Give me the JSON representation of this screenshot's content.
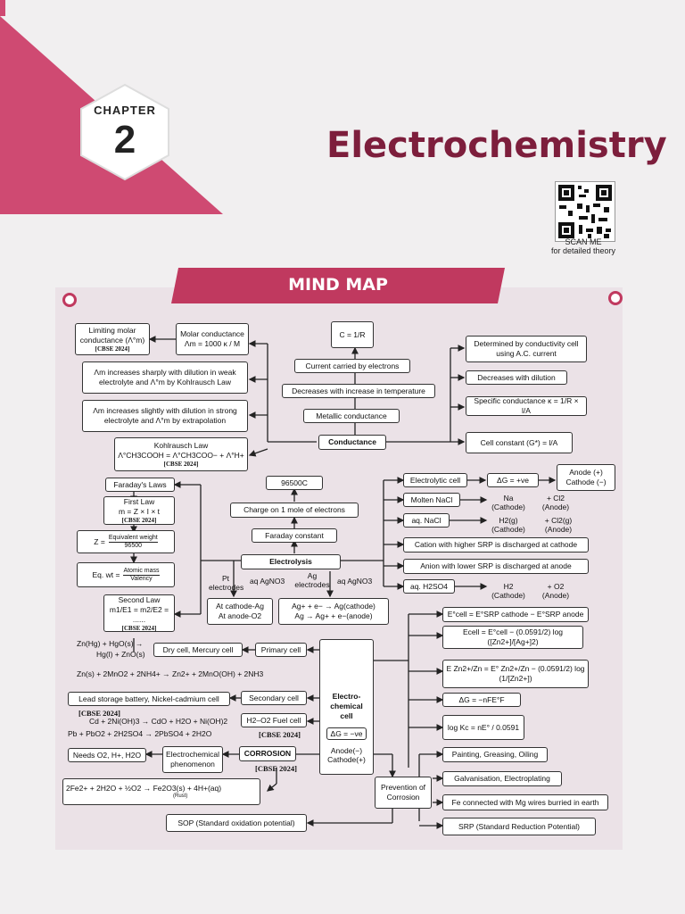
{
  "header": {
    "chapter_label": "CHAPTER",
    "chapter_number": "2",
    "title": "Electrochemistry",
    "qr_caption_1": "SCAN ME",
    "qr_caption_2": "for detailed theory",
    "accent_color": "#c0395f",
    "title_color": "#7d1e3c"
  },
  "mind_map": {
    "heading": "MIND MAP",
    "center": {
      "conductance": "Conductance",
      "electrolysis": "Electrolysis",
      "cell": "Electro-\nchemical\ncell",
      "cell_dg": "ΔG = −ve",
      "cell_anode": "Anode(−)",
      "cell_cathode": "Cathode(+)",
      "corrosion": "CORROSION",
      "corrosion_cbse": "[CBSE 2024]"
    },
    "conductance_branch": {
      "c_formula": "C = 1/R",
      "current_carried": "Current carried by electrons",
      "decreases_temp": "Decreases with increase in temperature",
      "metallic": "Metallic conductance",
      "determined": "Determined by conductivity cell using A.C. current",
      "decreases_dilution": "Decreases with dilution",
      "specific": "Specific conductance κ = 1/R × l/A",
      "cell_constant": "Cell constant (G*) = l/A",
      "molar": "Molar conductance",
      "molar_formula": "Λm = 1000 κ / M",
      "limiting_1": "Limiting molar",
      "limiting_2": "conductance (Λ°m)",
      "limiting_cbse": "[CBSE 2024]",
      "sharp_1": "Λm increases sharply with dilution in weak",
      "sharp_2": "electrolyte and Λ°m by Kohlrausch Law",
      "slight_1": "Λm increases slightly with dilution in strong",
      "slight_2": "electrolyte and Λ°m by extrapolation",
      "kohl_1": "Kohlrausch Law",
      "kohl_2": "Λ°CH3COOH = Λ°CH3COO− + Λ°H+",
      "kohl_cbse": "[CBSE 2024]"
    },
    "electrolysis_branch": {
      "faradays_laws": "Faraday's Laws",
      "first_law_1": "First Law",
      "first_law_2": "m = Z × I × t",
      "first_law_cbse": "[CBSE 2024]",
      "z_1": "Z =",
      "z_2": "Equivalent weight",
      "z_3": "96500",
      "eq_1": "Eq. wt =",
      "eq_2": "Atomic mass",
      "eq_3": "Valency",
      "second_1": "Second Law",
      "second_2": "m1/E1 = m2/E2 = ......",
      "second_cbse": "[CBSE 2024]",
      "f96500": "96500C",
      "charge": "Charge on 1 mole of electrons",
      "faraday_const": "Faraday constant",
      "pt": "Pt",
      "electrodes": "electrodes",
      "agno3_1": "aq AgNO3",
      "ag": "Ag",
      "electrodes2": "electrodes",
      "agno3_2": "aq AgNO3",
      "at_cathode": "At cathode-Ag",
      "at_anode": "At anode-O2",
      "ag_rxn_1": "Ag+ + e− → Ag(cathode)",
      "ag_rxn_2": "Ag → Ag+ + e−(anode)",
      "electrolytic": "Electrolytic cell",
      "dg_pos": "ΔG = +ve",
      "anode_pos": "Anode (+)",
      "cathode_neg": "Cathode (−)",
      "molten": "Molten NaCl",
      "na": "Na",
      "na_cath": "(Cathode)",
      "cl2": "+ Cl2",
      "cl2_an": "(Anode)",
      "aqnacl": "aq. NaCl",
      "h2": "H2(g)",
      "h2_cath": "(Cathode)",
      "cl2g": "+ Cl2(g)",
      "cl2g_an": "(Anode)",
      "cation_srp": "Cation with higher SRP is discharged at cathode",
      "anion_srp": "Anion with lower SRP is discharged at anode",
      "h2so4": "aq. H2SO4",
      "h2b": "H2",
      "h2b_cath": "(Cathode)",
      "o2": "+ O2",
      "o2_an": "(Anode)"
    },
    "cell_branch": {
      "zn_1": "Zn(Hg) + HgO(s) →",
      "zn_2": "Hg(l) + ZnO(s)",
      "dry_cell": "Dry cell, Mercury cell",
      "primary": "Primary cell",
      "zn_mn": "Zn(s) + 2MnO2 + 2NH4+ → Zn2+ + 2MnO(OH) + 2NH3",
      "lead": "Lead storage battery, Nickel-cadmium cell",
      "secondary": "Secondary cell",
      "cd_cbse": "[CBSE 2024]",
      "cd_rxn": "Cd + 2Ni(OH)3 → CdO + H2O + Ni(OH)2",
      "pb_rxn": "Pb + PbO2 + 2H2SO4 → 2PbSO4 + 2H2O",
      "fuel": "H2–O2 Fuel cell",
      "fuel_cbse": "[CBSE 2024]",
      "e_cell": "E°cell = E°SRP cathode − E°SRP anode",
      "nernst": "Ecell = E°cell − (0.0591/2) log ([Zn2+]/[Ag+]2)",
      "electrode_pot": "E Zn2+/Zn = E° Zn2+/Zn − (0.0591/2) log (1/[Zn2+])",
      "dg": "ΔG = −nFE°F",
      "logk": "log Kc = nE° / 0.0591"
    },
    "corrosion_branch": {
      "needs": "Needs O2, H+, H2O",
      "electrochem_1": "Electrochemical",
      "electrochem_2": "phenomenon",
      "rust": "2Fe2+ + 2H2O + ½O2 → Fe2O3(s) + 4H+(aq)",
      "rust_sub": "(Rust)",
      "prevention_1": "Prevention of",
      "prevention_2": "Corrosion",
      "painting": "Painting, Greasing, Oiling",
      "galvanisation": "Galvanisation, Electroplating",
      "fe_mg": "Fe connected with Mg wires burried in earth",
      "sop": "SOP (Standard oxidation potential)",
      "srp": "SRP (Standard Reduction Potential)"
    }
  }
}
